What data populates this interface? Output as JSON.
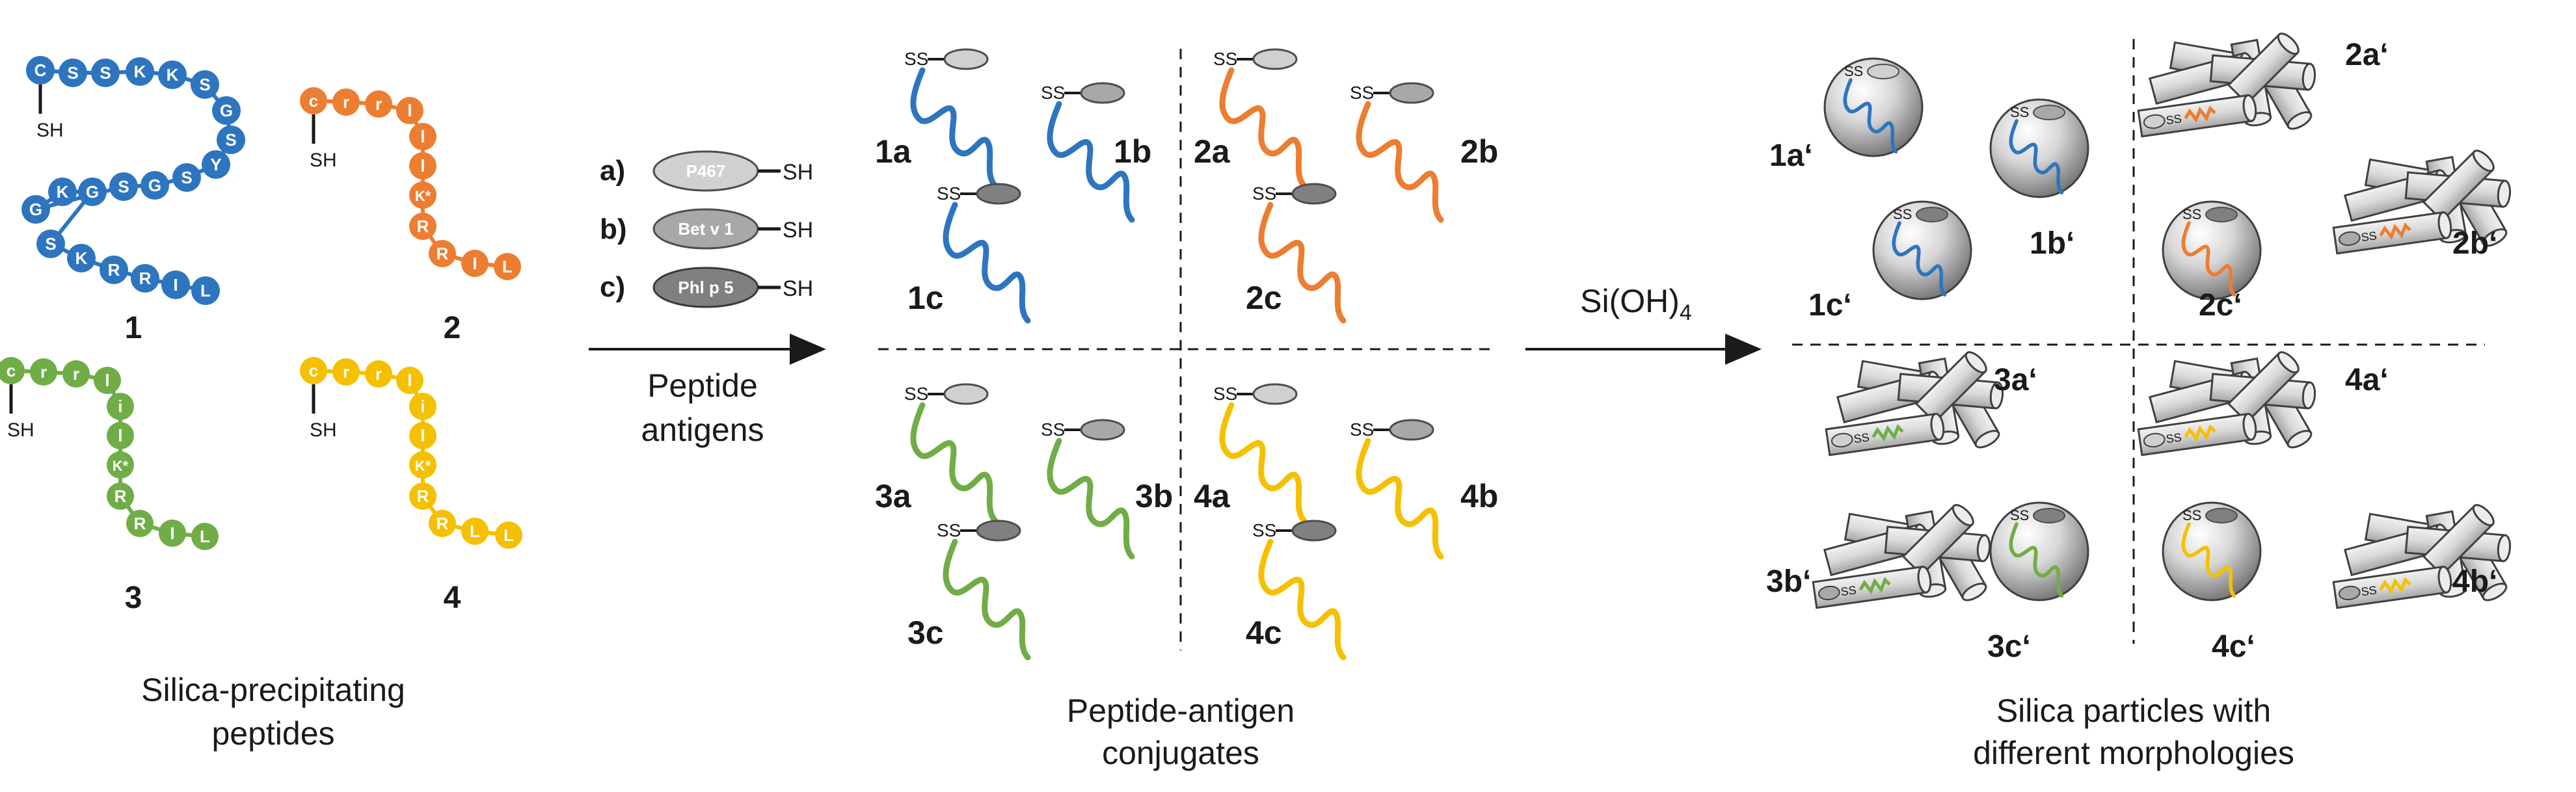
{
  "colors": {
    "peptide1": "#2e75c0",
    "peptide2": "#ed7d31",
    "peptide3": "#70ad47",
    "peptide4": "#f5c000",
    "antigen_a": "#d0d0d0",
    "antigen_b": "#a8a8a8",
    "antigen_c": "#808080",
    "rod": "#d9d9d9",
    "sphere": "#d8d8d8"
  },
  "peptides": {
    "caption_line1": "Silica-precipitating",
    "caption_line2": "peptides",
    "sh_label": "SH",
    "p1": {
      "label": "1",
      "beads": [
        "C",
        "S",
        "S",
        "K",
        "K",
        "S",
        "G",
        "S",
        "Y",
        "S",
        "G",
        "S",
        "G",
        "K",
        "G",
        "S",
        "K",
        "R",
        "R",
        "I",
        "L"
      ]
    },
    "p2": {
      "label": "2",
      "beads": [
        "c",
        "r",
        "r",
        "l",
        "l",
        "l",
        "K*",
        "R",
        "R",
        "I",
        "L"
      ]
    },
    "p3": {
      "label": "3",
      "beads": [
        "c",
        "r",
        "r",
        "l",
        "i",
        "l",
        "K*",
        "R",
        "R",
        "I",
        "L"
      ]
    },
    "p4": {
      "label": "4",
      "beads": [
        "c",
        "r",
        "r",
        "l",
        "i",
        "l",
        "K*",
        "R",
        "R",
        "L",
        "L"
      ]
    }
  },
  "antigens": {
    "a": {
      "letter": "a)",
      "name": "P467",
      "sh": "SH"
    },
    "b": {
      "letter": "b)",
      "name": "Bet v 1",
      "sh": "SH"
    },
    "c": {
      "letter": "c)",
      "name": "Phl p 5",
      "sh": "SH"
    }
  },
  "arrow1": {
    "line1": "Peptide",
    "line2": "antigens"
  },
  "arrow2": {
    "label": "Si(OH)",
    "subscript": "4"
  },
  "conjugates": {
    "ss": "SS",
    "caption_line1": "Peptide-antigen",
    "caption_line2": "conjugates",
    "labels": [
      "1a",
      "1b",
      "1c",
      "2a",
      "2b",
      "2c",
      "3a",
      "3b",
      "3c",
      "4a",
      "4b",
      "4c"
    ]
  },
  "particles": {
    "caption_line1": "Silica particles with",
    "caption_line2": "different morphologies",
    "labels": [
      "1a‘",
      "1b‘",
      "1c‘",
      "2a‘",
      "2b‘",
      "2c‘",
      "3a‘",
      "3b‘",
      "3c‘",
      "4a‘",
      "4b‘",
      "4c‘"
    ]
  }
}
